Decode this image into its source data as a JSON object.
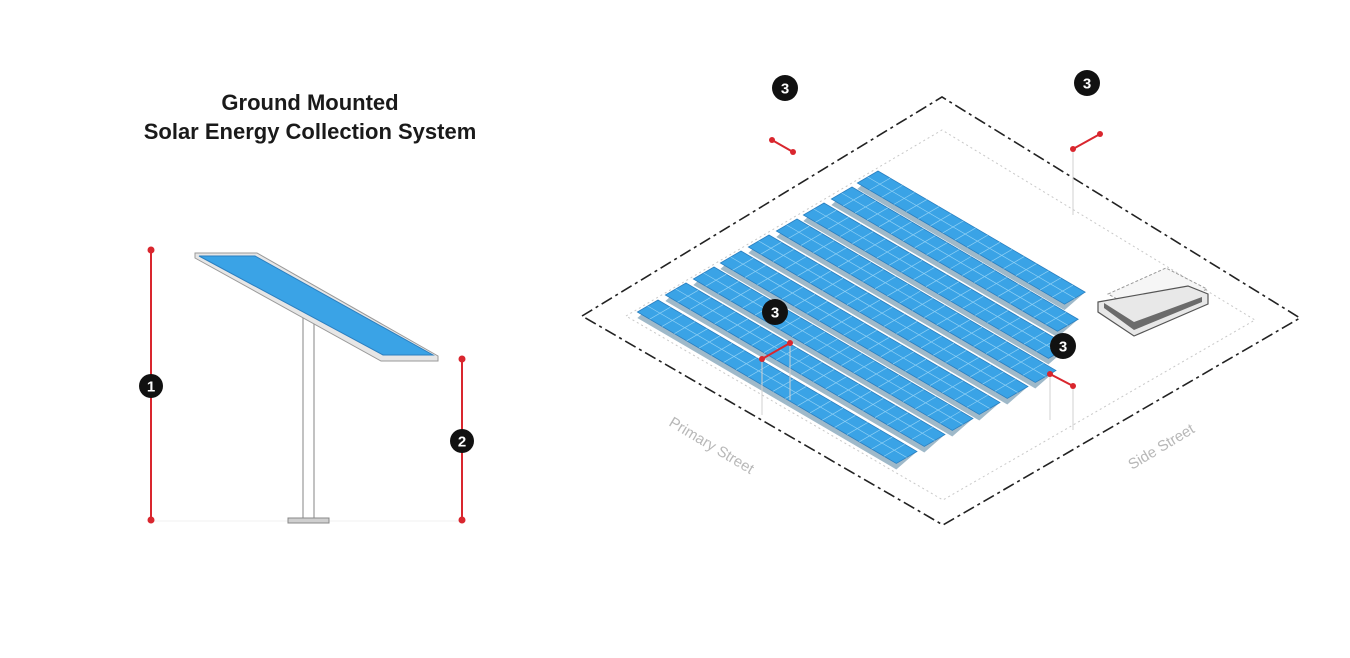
{
  "title": {
    "line1": "Ground Mounted",
    "line2": "Solar Energy Collection System"
  },
  "markers": {
    "m1": "1",
    "m2": "2",
    "m3a": "3",
    "m3b": "3",
    "m3c": "3",
    "m3d": "3"
  },
  "streets": {
    "primary": "Primary Street",
    "side": "Side Street"
  },
  "colors": {
    "panel": "#3aa3e6",
    "panel_dark": "#2a7fc0",
    "dimension_red": "#d9262e",
    "badge": "#111111"
  }
}
